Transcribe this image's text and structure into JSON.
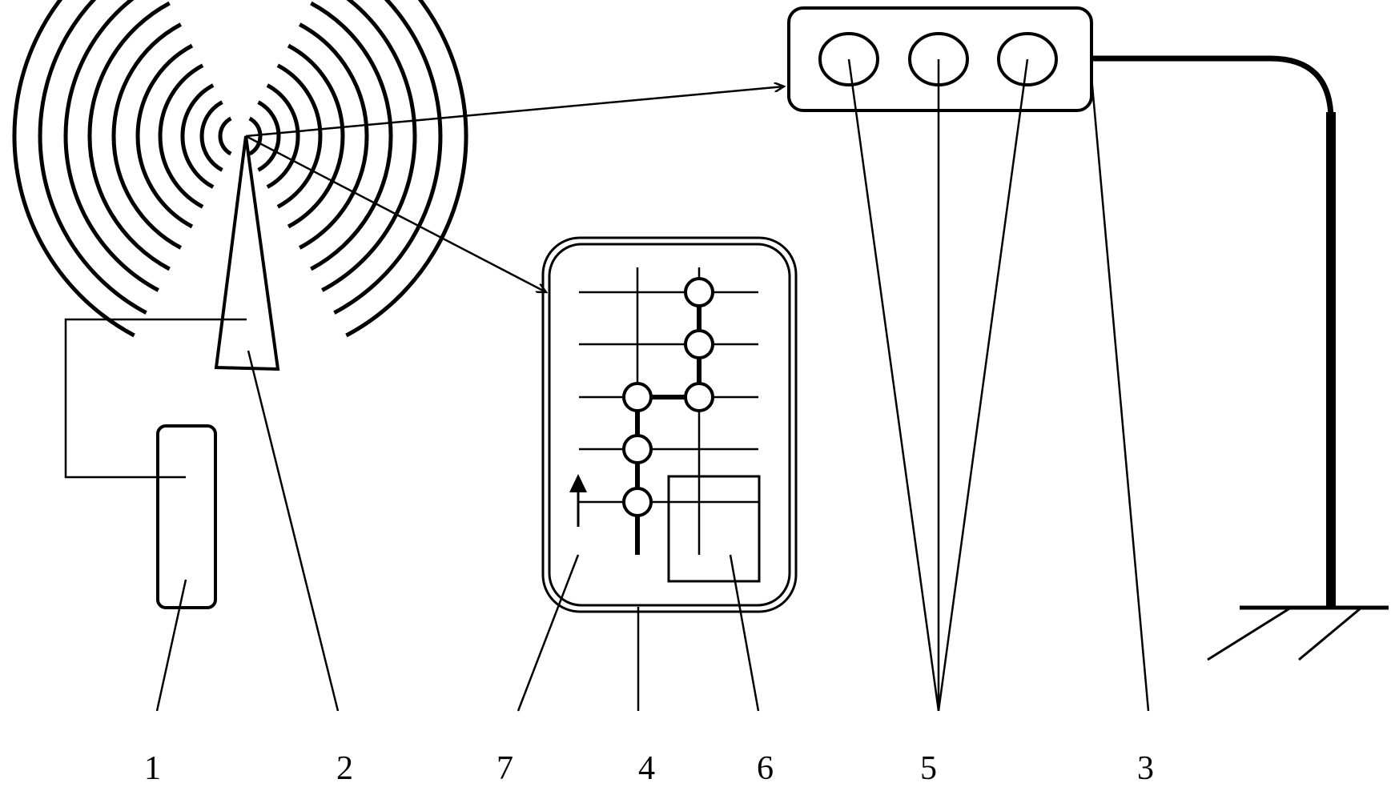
{
  "labels": {
    "l1": "1",
    "l2": "2",
    "l3": "3",
    "l4": "4",
    "l5": "5",
    "l6": "6",
    "l7": "7"
  },
  "colors": {
    "stroke": "#000000",
    "background": "#ffffff"
  }
}
